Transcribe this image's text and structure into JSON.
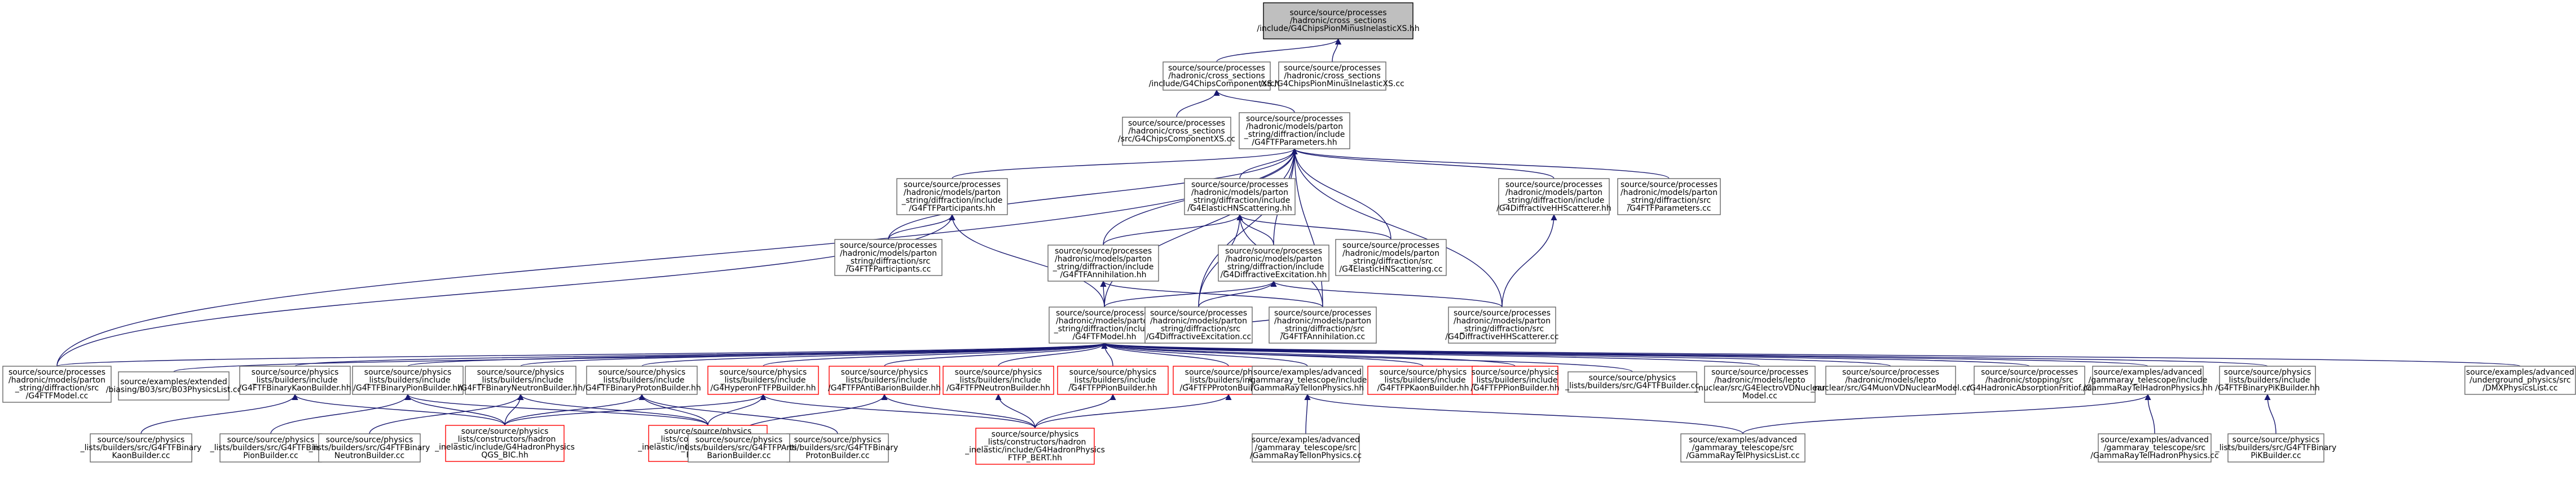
{
  "colors": {
    "edge": "#191970",
    "normal_border": "#666666",
    "normal_fill": "#ffffff",
    "truncated_border": "#ff0000",
    "focus_fill": "#bfbfbf",
    "focus_border": "#000000",
    "text": "#000000"
  },
  "nodes": [
    {
      "id": "n0",
      "style": "focus",
      "lines": [
        "source/source/processes",
        "/hadronic/cross_sections",
        "/include/G4ChipsPionMinusInelasticXS.hh"
      ]
    },
    {
      "id": "n1",
      "style": "normal",
      "lines": [
        "source/source/processes",
        "/hadronic/cross_sections",
        "/include/G4ChipsComponentXS.hh"
      ]
    },
    {
      "id": "n2",
      "style": "normal",
      "lines": [
        "source/source/processes",
        "/hadronic/cross_sections",
        "/src/G4ChipsPionMinusInelasticXS.cc"
      ]
    },
    {
      "id": "n3",
      "style": "normal",
      "lines": [
        "source/source/processes",
        "/hadronic/cross_sections",
        "/src/G4ChipsComponentXS.cc"
      ]
    },
    {
      "id": "n4",
      "style": "normal",
      "lines": [
        "source/source/processes",
        "/hadronic/models/parton",
        "_string/diffraction/include",
        "/G4FTFParameters.hh"
      ]
    },
    {
      "id": "n5",
      "style": "normal",
      "lines": [
        "source/source/processes",
        "/hadronic/models/parton",
        "_string/diffraction/include",
        "/G4FTFParticipants.hh"
      ]
    },
    {
      "id": "n6",
      "style": "normal",
      "lines": [
        "source/source/processes",
        "/hadronic/models/parton",
        "_string/diffraction/include",
        "/G4ElasticHNScattering.hh"
      ]
    },
    {
      "id": "n7",
      "style": "normal",
      "lines": [
        "source/source/processes",
        "/hadronic/models/parton",
        "_string/diffraction/include",
        "/G4DiffractiveHHScatterer.hh"
      ]
    },
    {
      "id": "n8",
      "style": "normal",
      "lines": [
        "source/source/processes",
        "/hadronic/models/parton",
        "_string/diffraction/src",
        "/G4FTFParameters.cc"
      ]
    },
    {
      "id": "n9",
      "style": "normal",
      "lines": [
        "source/source/processes",
        "/hadronic/models/parton",
        "_string/diffraction/src",
        "/G4FTFParticipants.cc"
      ]
    },
    {
      "id": "n10",
      "style": "normal",
      "lines": [
        "source/source/processes",
        "/hadronic/models/parton",
        "_string/diffraction/include",
        "/G4FTFAnnihilation.hh"
      ]
    },
    {
      "id": "n11",
      "style": "normal",
      "lines": [
        "source/source/processes",
        "/hadronic/models/parton",
        "_string/diffraction/include",
        "/G4DiffractiveExcitation.hh"
      ]
    },
    {
      "id": "n12",
      "style": "normal",
      "lines": [
        "source/source/processes",
        "/hadronic/models/parton",
        "_string/diffraction/src",
        "/G4ElasticHNScattering.cc"
      ]
    },
    {
      "id": "n13",
      "style": "normal",
      "lines": [
        "source/source/processes",
        "/hadronic/models/parton",
        "_string/diffraction/include",
        "/G4FTFModel.hh"
      ]
    },
    {
      "id": "n14",
      "style": "normal",
      "lines": [
        "source/source/processes",
        "/hadronic/models/parton",
        "_string/diffraction/src",
        "/G4DiffractiveExcitation.cc"
      ]
    },
    {
      "id": "n15",
      "style": "normal",
      "lines": [
        "source/source/processes",
        "/hadronic/models/parton",
        "_string/diffraction/src",
        "/G4FTFAnnihilation.cc"
      ]
    },
    {
      "id": "n16",
      "style": "normal",
      "lines": [
        "source/source/processes",
        "/hadronic/models/parton",
        "_string/diffraction/src",
        "/G4DiffractiveHHScatterer.cc"
      ]
    },
    {
      "id": "n17",
      "style": "normal",
      "lines": [
        "source/source/processes",
        "/hadronic/models/parton",
        "_string/diffraction/src",
        "/G4FTFModel.cc"
      ]
    },
    {
      "id": "n18",
      "style": "normal",
      "lines": [
        "source/examples/extended",
        "/biasing/B03/src/B03PhysicsList.cc"
      ]
    },
    {
      "id": "n19",
      "style": "normal",
      "lines": [
        "source/source/physics",
        "_lists/builders/include",
        "/G4FTFBinaryKaonBuilder.hh"
      ]
    },
    {
      "id": "n20",
      "style": "normal",
      "lines": [
        "source/source/physics",
        "_lists/builders/include",
        "/G4FTFBinaryPionBuilder.hh"
      ]
    },
    {
      "id": "n21",
      "style": "normal",
      "lines": [
        "source/source/physics",
        "_lists/builders/include",
        "/G4FTFBinaryNeutronBuilder.hh"
      ]
    },
    {
      "id": "n22",
      "style": "normal",
      "lines": [
        "source/source/physics",
        "_lists/builders/include",
        "/G4FTFBinaryProtonBuilder.hh"
      ]
    },
    {
      "id": "n23",
      "style": "truncated",
      "lines": [
        "source/source/physics",
        "_lists/builders/include",
        "/G4HyperonFTFPBuilder.hh"
      ]
    },
    {
      "id": "n24",
      "style": "truncated",
      "lines": [
        "source/source/physics",
        "_lists/builders/include",
        "/G4FTFPAntiBarionBuilder.hh"
      ]
    },
    {
      "id": "n25",
      "style": "truncated",
      "lines": [
        "source/source/physics",
        "_lists/builders/include",
        "/G4FTFPNeutronBuilder.hh"
      ]
    },
    {
      "id": "n26",
      "style": "truncated",
      "lines": [
        "source/source/physics",
        "_lists/builders/include",
        "/G4FTFPPionBuilder.hh"
      ]
    },
    {
      "id": "n27",
      "style": "truncated",
      "lines": [
        "source/source/physics",
        "_lists/builders/include",
        "/G4FTFPProtonBuilder.hh"
      ]
    },
    {
      "id": "n28",
      "style": "normal",
      "lines": [
        "source/examples/advanced",
        "/gammaray_telescope/include",
        "/GammaRayTelIonPhysics.hh"
      ]
    },
    {
      "id": "n29",
      "style": "truncated",
      "lines": [
        "source/source/physics",
        "_lists/builders/include",
        "/G4FTFPKaonBuilder.hh"
      ]
    },
    {
      "id": "n30",
      "style": "truncated",
      "lines": [
        "source/source/physics",
        "_lists/builders/include",
        "/G4FTFPPionBuilder.hh"
      ]
    },
    {
      "id": "n31",
      "style": "normal",
      "lines": [
        "source/source/physics",
        "_lists/builders/src/G4FTFBuilder.cc"
      ]
    },
    {
      "id": "n32",
      "style": "normal",
      "lines": [
        "source/source/processes",
        "/hadronic/models/lepto",
        "_nuclear/src/G4ElectroVDNuclear",
        "Model.cc"
      ]
    },
    {
      "id": "n33",
      "style": "normal",
      "lines": [
        "source/source/processes",
        "/hadronic/models/lepto",
        "_nuclear/src/G4MuonVDNuclearModel.cc"
      ]
    },
    {
      "id": "n34",
      "style": "normal",
      "lines": [
        "source/source/processes",
        "/hadronic/stopping/src",
        "/G4HadronicAbsorptionFritiof.cc"
      ]
    },
    {
      "id": "n35",
      "style": "normal",
      "lines": [
        "source/examples/advanced",
        "/gammaray_telescope/include",
        "/GammaRayTelHadronPhysics.hh"
      ]
    },
    {
      "id": "n36",
      "style": "normal",
      "lines": [
        "source/source/physics",
        "_lists/builders/include",
        "/G4FTFBinaryPiKBuilder.hh"
      ]
    },
    {
      "id": "n37",
      "style": "normal",
      "lines": [
        "source/examples/advanced",
        "/underground_physics/src",
        "/DMXPhysicsList.cc"
      ]
    },
    {
      "id": "n38",
      "style": "normal",
      "lines": [
        "source/source/physics",
        "_lists/builders/src/G4FTFBinary",
        "KaonBuilder.cc"
      ]
    },
    {
      "id": "n39",
      "style": "normal",
      "lines": [
        "source/source/physics",
        "_lists/builders/src/G4FTFBinary",
        "PionBuilder.cc"
      ]
    },
    {
      "id": "n40",
      "style": "truncated",
      "lines": [
        "source/source/physics",
        "_lists/constructors/hadron",
        "_inelastic/include/G4HadronPhysics",
        "QGS_BIC.hh"
      ]
    },
    {
      "id": "n41",
      "style": "normal",
      "lines": [
        "source/source/physics",
        "_lists/builders/src/G4FTFBinary",
        "NeutronBuilder.cc"
      ]
    },
    {
      "id": "n42",
      "style": "truncated",
      "lines": [
        "source/source/physics",
        "_lists/constructors/hadron",
        "_inelastic/include/G4HadronPhysics",
        "FTF_BIC.hh"
      ]
    },
    {
      "id": "n43",
      "style": "normal",
      "lines": [
        "source/source/physics",
        "_lists/builders/src/G4FTFBinary",
        "ProtonBuilder.cc"
      ]
    },
    {
      "id": "n44",
      "style": "normal",
      "lines": [
        "source/source/physics",
        "_lists/builders/src/G4FTFPAnti",
        "BarionBuilder.cc"
      ]
    },
    {
      "id": "n45",
      "style": "truncated",
      "lines": [
        "source/source/physics",
        "_lists/constructors/hadron",
        "_inelastic/include/G4HadronPhysics",
        "FTFP_BERT.hh"
      ]
    },
    {
      "id": "n46",
      "style": "normal",
      "lines": [
        "source/examples/advanced",
        "/gammaray_telescope/src",
        "/GammaRayTelIonPhysics.cc"
      ]
    },
    {
      "id": "n47",
      "style": "normal",
      "lines": [
        "source/examples/advanced",
        "/gammaray_telescope/src",
        "/GammaRayTelPhysicsList.cc"
      ]
    },
    {
      "id": "n48",
      "style": "normal",
      "lines": [
        "source/examples/advanced",
        "/gammaray_telescope/src",
        "/GammaRayTelHadronPhysics.cc"
      ]
    },
    {
      "id": "n49",
      "style": "normal",
      "lines": [
        "source/source/physics",
        "_lists/builders/src/G4FTFBinary",
        "PiKBuilder.cc"
      ]
    }
  ],
  "edges": [
    [
      "n0",
      "n1"
    ],
    [
      "n0",
      "n2"
    ],
    [
      "n1",
      "n3"
    ],
    [
      "n1",
      "n4"
    ],
    [
      "n4",
      "n5"
    ],
    [
      "n4",
      "n6"
    ],
    [
      "n4",
      "n7"
    ],
    [
      "n4",
      "n8"
    ],
    [
      "n4",
      "n9"
    ],
    [
      "n4",
      "n10"
    ],
    [
      "n4",
      "n11"
    ],
    [
      "n4",
      "n12"
    ],
    [
      "n4",
      "n13"
    ],
    [
      "n4",
      "n14"
    ],
    [
      "n4",
      "n15"
    ],
    [
      "n4",
      "n16"
    ],
    [
      "n4",
      "n17"
    ],
    [
      "n5",
      "n9"
    ],
    [
      "n5",
      "n13"
    ],
    [
      "n5",
      "n17"
    ],
    [
      "n6",
      "n10"
    ],
    [
      "n6",
      "n11"
    ],
    [
      "n6",
      "n12"
    ],
    [
      "n6",
      "n14"
    ],
    [
      "n6",
      "n15"
    ],
    [
      "n7",
      "n16"
    ],
    [
      "n10",
      "n13"
    ],
    [
      "n10",
      "n15"
    ],
    [
      "n11",
      "n13"
    ],
    [
      "n11",
      "n14"
    ],
    [
      "n11",
      "n16"
    ],
    [
      "n13",
      "n17"
    ],
    [
      "n13",
      "n14"
    ],
    [
      "n13",
      "n15"
    ],
    [
      "n13",
      "n18"
    ],
    [
      "n13",
      "n19"
    ],
    [
      "n13",
      "n20"
    ],
    [
      "n13",
      "n21"
    ],
    [
      "n13",
      "n22"
    ],
    [
      "n13",
      "n23"
    ],
    [
      "n13",
      "n24"
    ],
    [
      "n13",
      "n25"
    ],
    [
      "n13",
      "n26"
    ],
    [
      "n13",
      "n27"
    ],
    [
      "n13",
      "n28"
    ],
    [
      "n13",
      "n29"
    ],
    [
      "n13",
      "n30"
    ],
    [
      "n13",
      "n31"
    ],
    [
      "n13",
      "n32"
    ],
    [
      "n13",
      "n33"
    ],
    [
      "n13",
      "n34"
    ],
    [
      "n13",
      "n35"
    ],
    [
      "n13",
      "n36"
    ],
    [
      "n13",
      "n37"
    ],
    [
      "n19",
      "n38"
    ],
    [
      "n19",
      "n40"
    ],
    [
      "n20",
      "n39"
    ],
    [
      "n20",
      "n40"
    ],
    [
      "n20",
      "n42"
    ],
    [
      "n21",
      "n41"
    ],
    [
      "n21",
      "n40"
    ],
    [
      "n21",
      "n42"
    ],
    [
      "n22",
      "n43"
    ],
    [
      "n22",
      "n40"
    ],
    [
      "n22",
      "n42"
    ],
    [
      "n23",
      "n40"
    ],
    [
      "n23",
      "n42"
    ],
    [
      "n23",
      "n45"
    ],
    [
      "n24",
      "n44"
    ],
    [
      "n24",
      "n45"
    ],
    [
      "n25",
      "n45"
    ],
    [
      "n26",
      "n45"
    ],
    [
      "n27",
      "n45"
    ],
    [
      "n28",
      "n46"
    ],
    [
      "n28",
      "n47"
    ],
    [
      "n35",
      "n47"
    ],
    [
      "n35",
      "n48"
    ],
    [
      "n36",
      "n49"
    ]
  ]
}
